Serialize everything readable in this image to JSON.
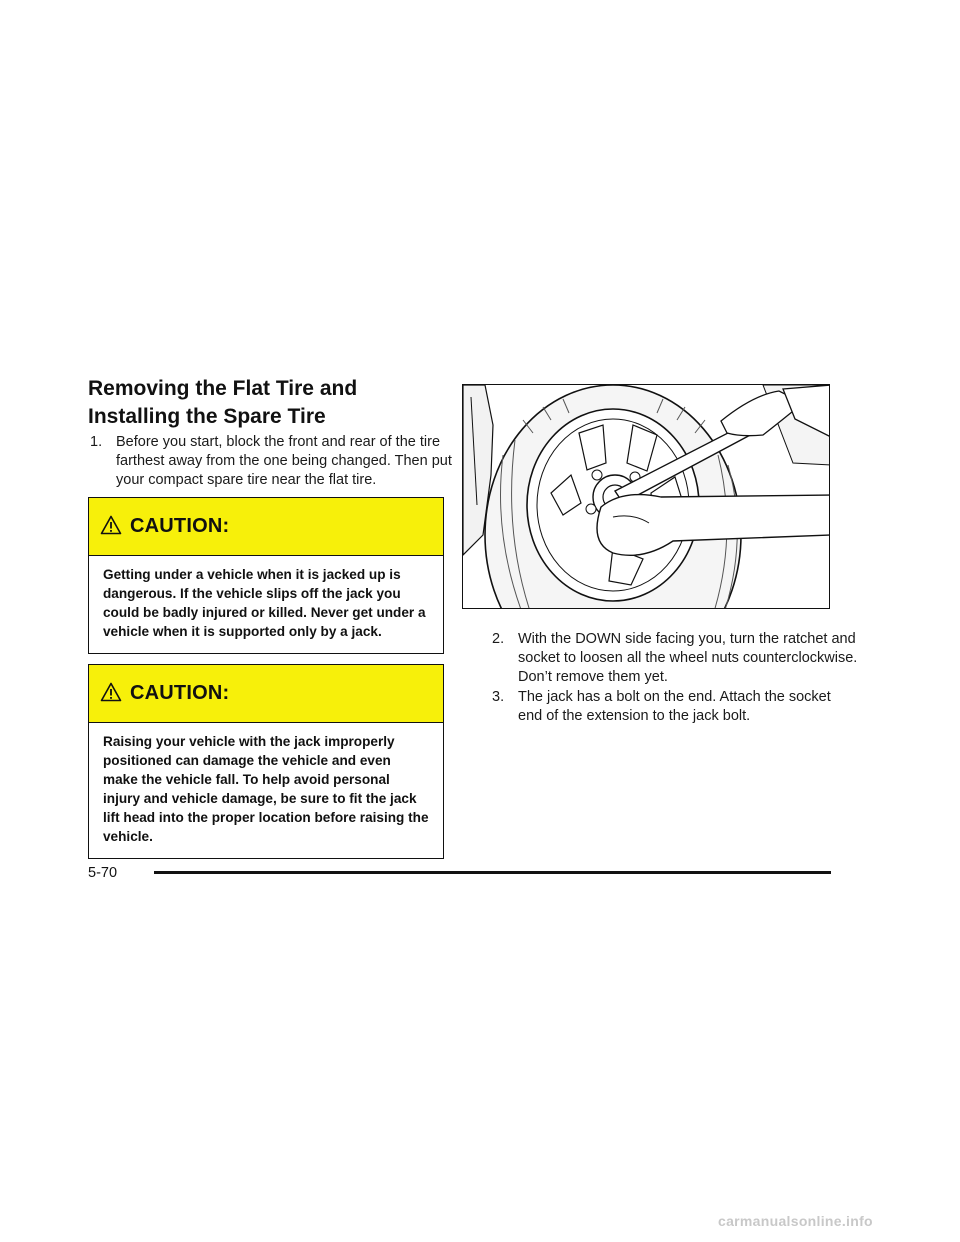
{
  "section": {
    "title": "Removing the Flat Tire and Installing the Spare Tire"
  },
  "steps": [
    {
      "number": "1.",
      "text": "Before you start, block the front and rear of the tire farthest away from the one being changed. Then put your compact spare tire near the flat tire."
    },
    {
      "number": "2.",
      "text": "With the DOWN side facing you, turn the ratchet and socket to loosen all the wheel nuts counterclockwise. Don’t remove them yet."
    },
    {
      "number": "3.",
      "text": "The jack has a bolt on the end. Attach the socket end of the extension to the jack bolt."
    }
  ],
  "cautions": [
    {
      "label": "CAUTION:",
      "icon": "warning-triangle-icon",
      "text": "Getting under a vehicle when it is jacked up is dangerous. If the vehicle slips off the jack you could be badly injured or killed. Never get under a vehicle when it is supported only by a jack."
    },
    {
      "label": "CAUTION:",
      "icon": "warning-triangle-icon",
      "text": "Raising your vehicle with the jack improperly positioned can damage the vehicle and even make the vehicle fall. To help avoid personal injury and vehicle damage, be sure to fit the jack lift head into the proper location before raising the vehicle."
    }
  ],
  "figure": {
    "subject": "wheel-nut-loosening-illustration"
  },
  "footer": {
    "page_number": "5-70"
  },
  "watermark": "carmanualsonline.info",
  "colors": {
    "caution_band": "#f7f00a",
    "text": "#1a1a1a",
    "rule": "#111111"
  }
}
